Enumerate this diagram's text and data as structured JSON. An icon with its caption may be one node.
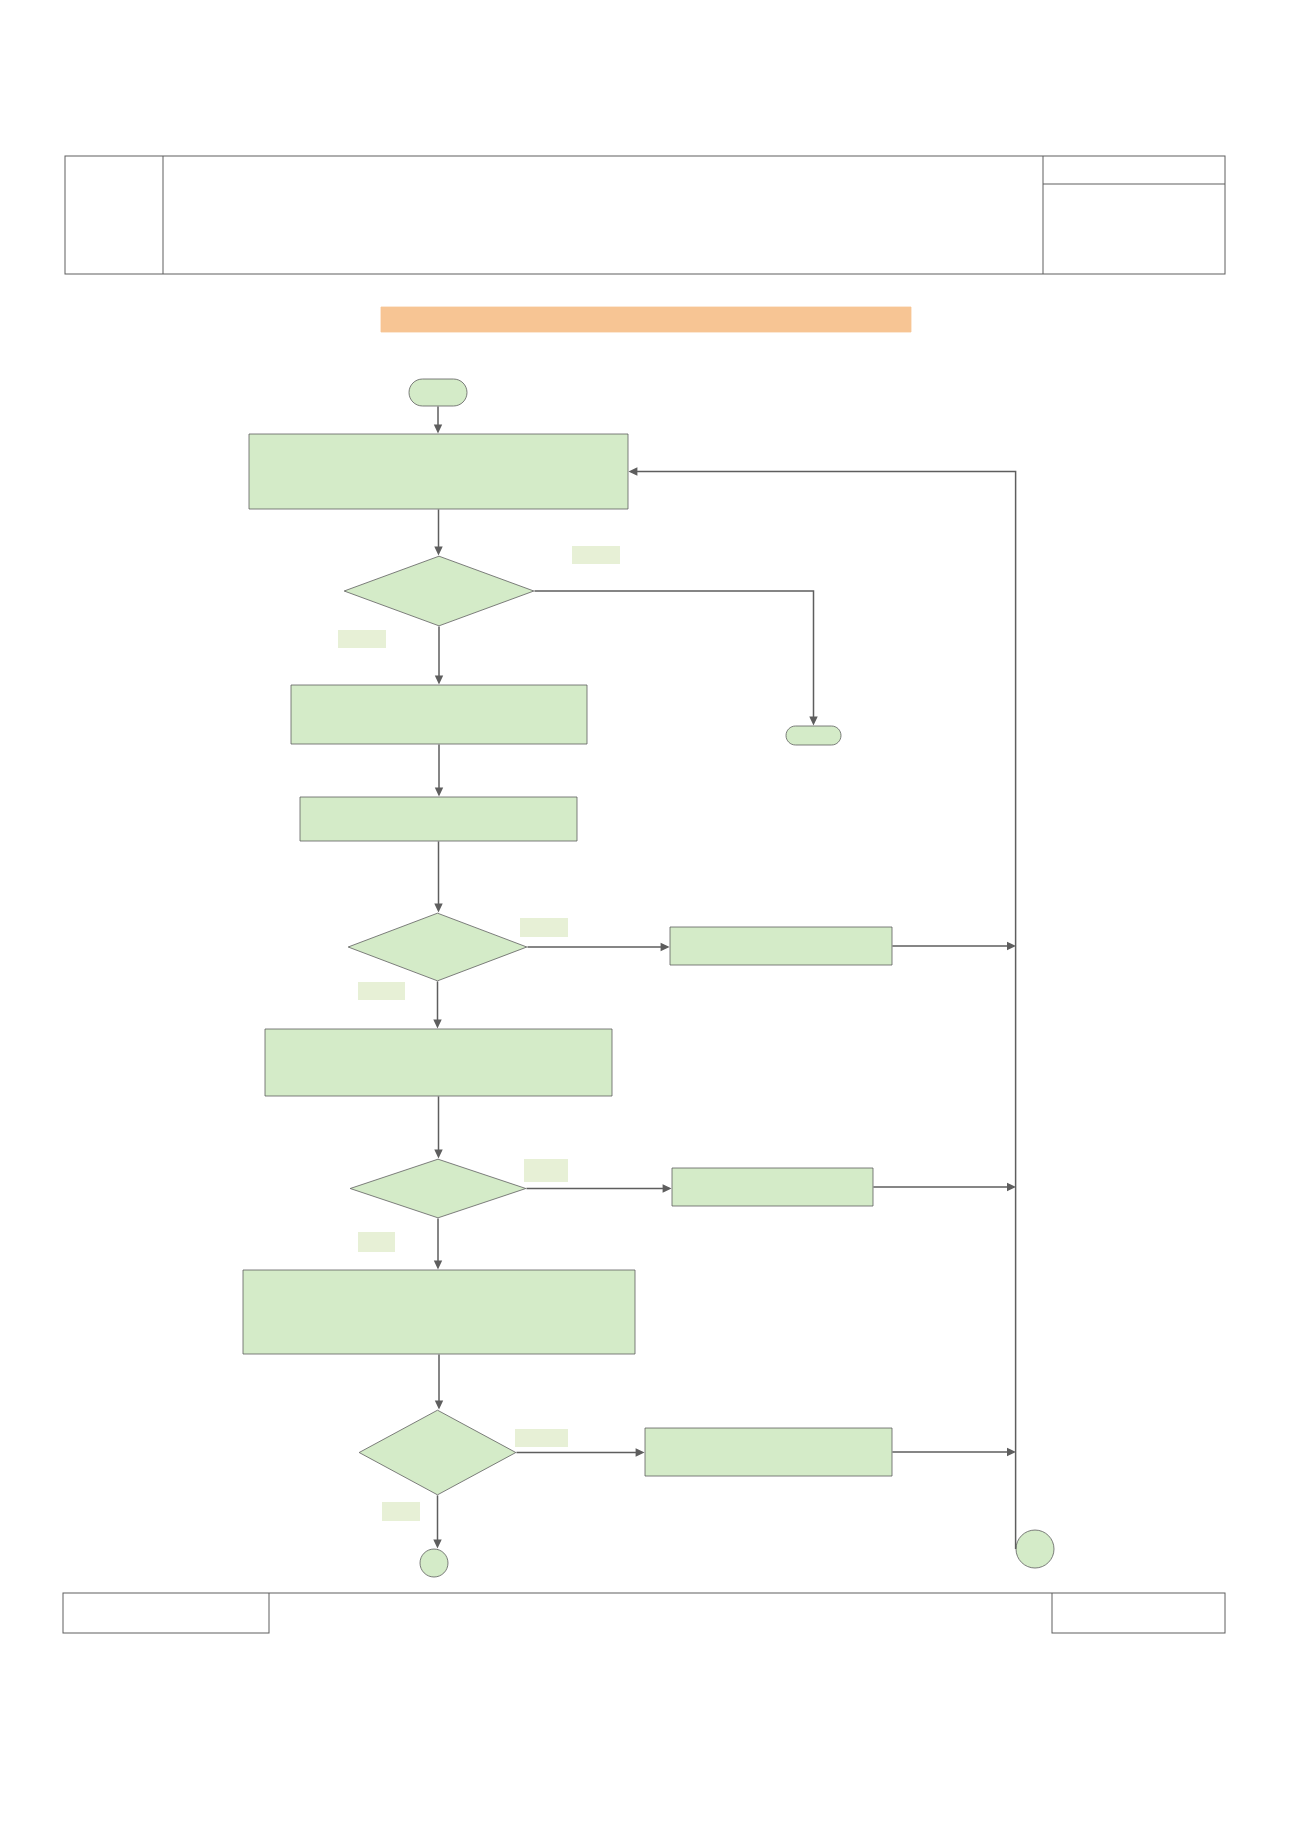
{
  "diagram": {
    "nodes": [
      {
        "text": [],
        "shape": "pill"
      },
      {
        "text": [],
        "shape": "box"
      },
      {
        "text": [],
        "shape": "diamond"
      },
      {
        "text": [],
        "shape": "box"
      },
      {
        "text": [],
        "shape": "pill"
      },
      {
        "text": [],
        "shape": "box"
      },
      {
        "text": [],
        "shape": "diamond"
      },
      {
        "text": [],
        "shape": "box"
      },
      {
        "text": [],
        "shape": "box"
      },
      {
        "text": [],
        "shape": "diamond"
      },
      {
        "text": [],
        "shape": "box"
      },
      {
        "text": [],
        "shape": "box"
      },
      {
        "text": [],
        "shape": "diamond"
      },
      {
        "text": [],
        "shape": "box"
      },
      {
        "text": [],
        "shape": "circle"
      },
      {
        "text": [],
        "shape": "circle"
      },
      {
        "text": [],
        "shape": "bar"
      }
    ],
    "edges": [
      {
        "from": 0,
        "to": 1,
        "arrow": "to"
      },
      {
        "from": 1,
        "to": 2,
        "arrow": "to"
      },
      {
        "from": 2,
        "to": 3,
        "arrow": "to"
      },
      {
        "from": 2,
        "to": 4,
        "arrow": "to"
      },
      {
        "from": 3,
        "to": 5,
        "arrow": "to"
      },
      {
        "from": 5,
        "to": 6,
        "arrow": "to"
      },
      {
        "from": 6,
        "to": 7,
        "arrow": "to"
      },
      {
        "from": 6,
        "to": 8,
        "arrow": "to"
      },
      {
        "from": 7,
        "to": null,
        "arrow": "to"
      },
      {
        "from": 8,
        "to": 9,
        "arrow": "to"
      },
      {
        "from": 9,
        "to": 10,
        "arrow": "to"
      },
      {
        "from": 9,
        "to": 11,
        "arrow": "to"
      },
      {
        "from": 10,
        "to": null,
        "arrow": "to"
      },
      {
        "from": 11,
        "to": 12,
        "arrow": "to"
      },
      {
        "from": 12,
        "to": 13,
        "arrow": "to"
      },
      {
        "from": 12,
        "to": 14,
        "arrow": "to"
      },
      {
        "from": 13,
        "to": null,
        "arrow": "to"
      },
      {
        "from": 15,
        "to": 1,
        "arrow": "to"
      }
    ]
  }
}
